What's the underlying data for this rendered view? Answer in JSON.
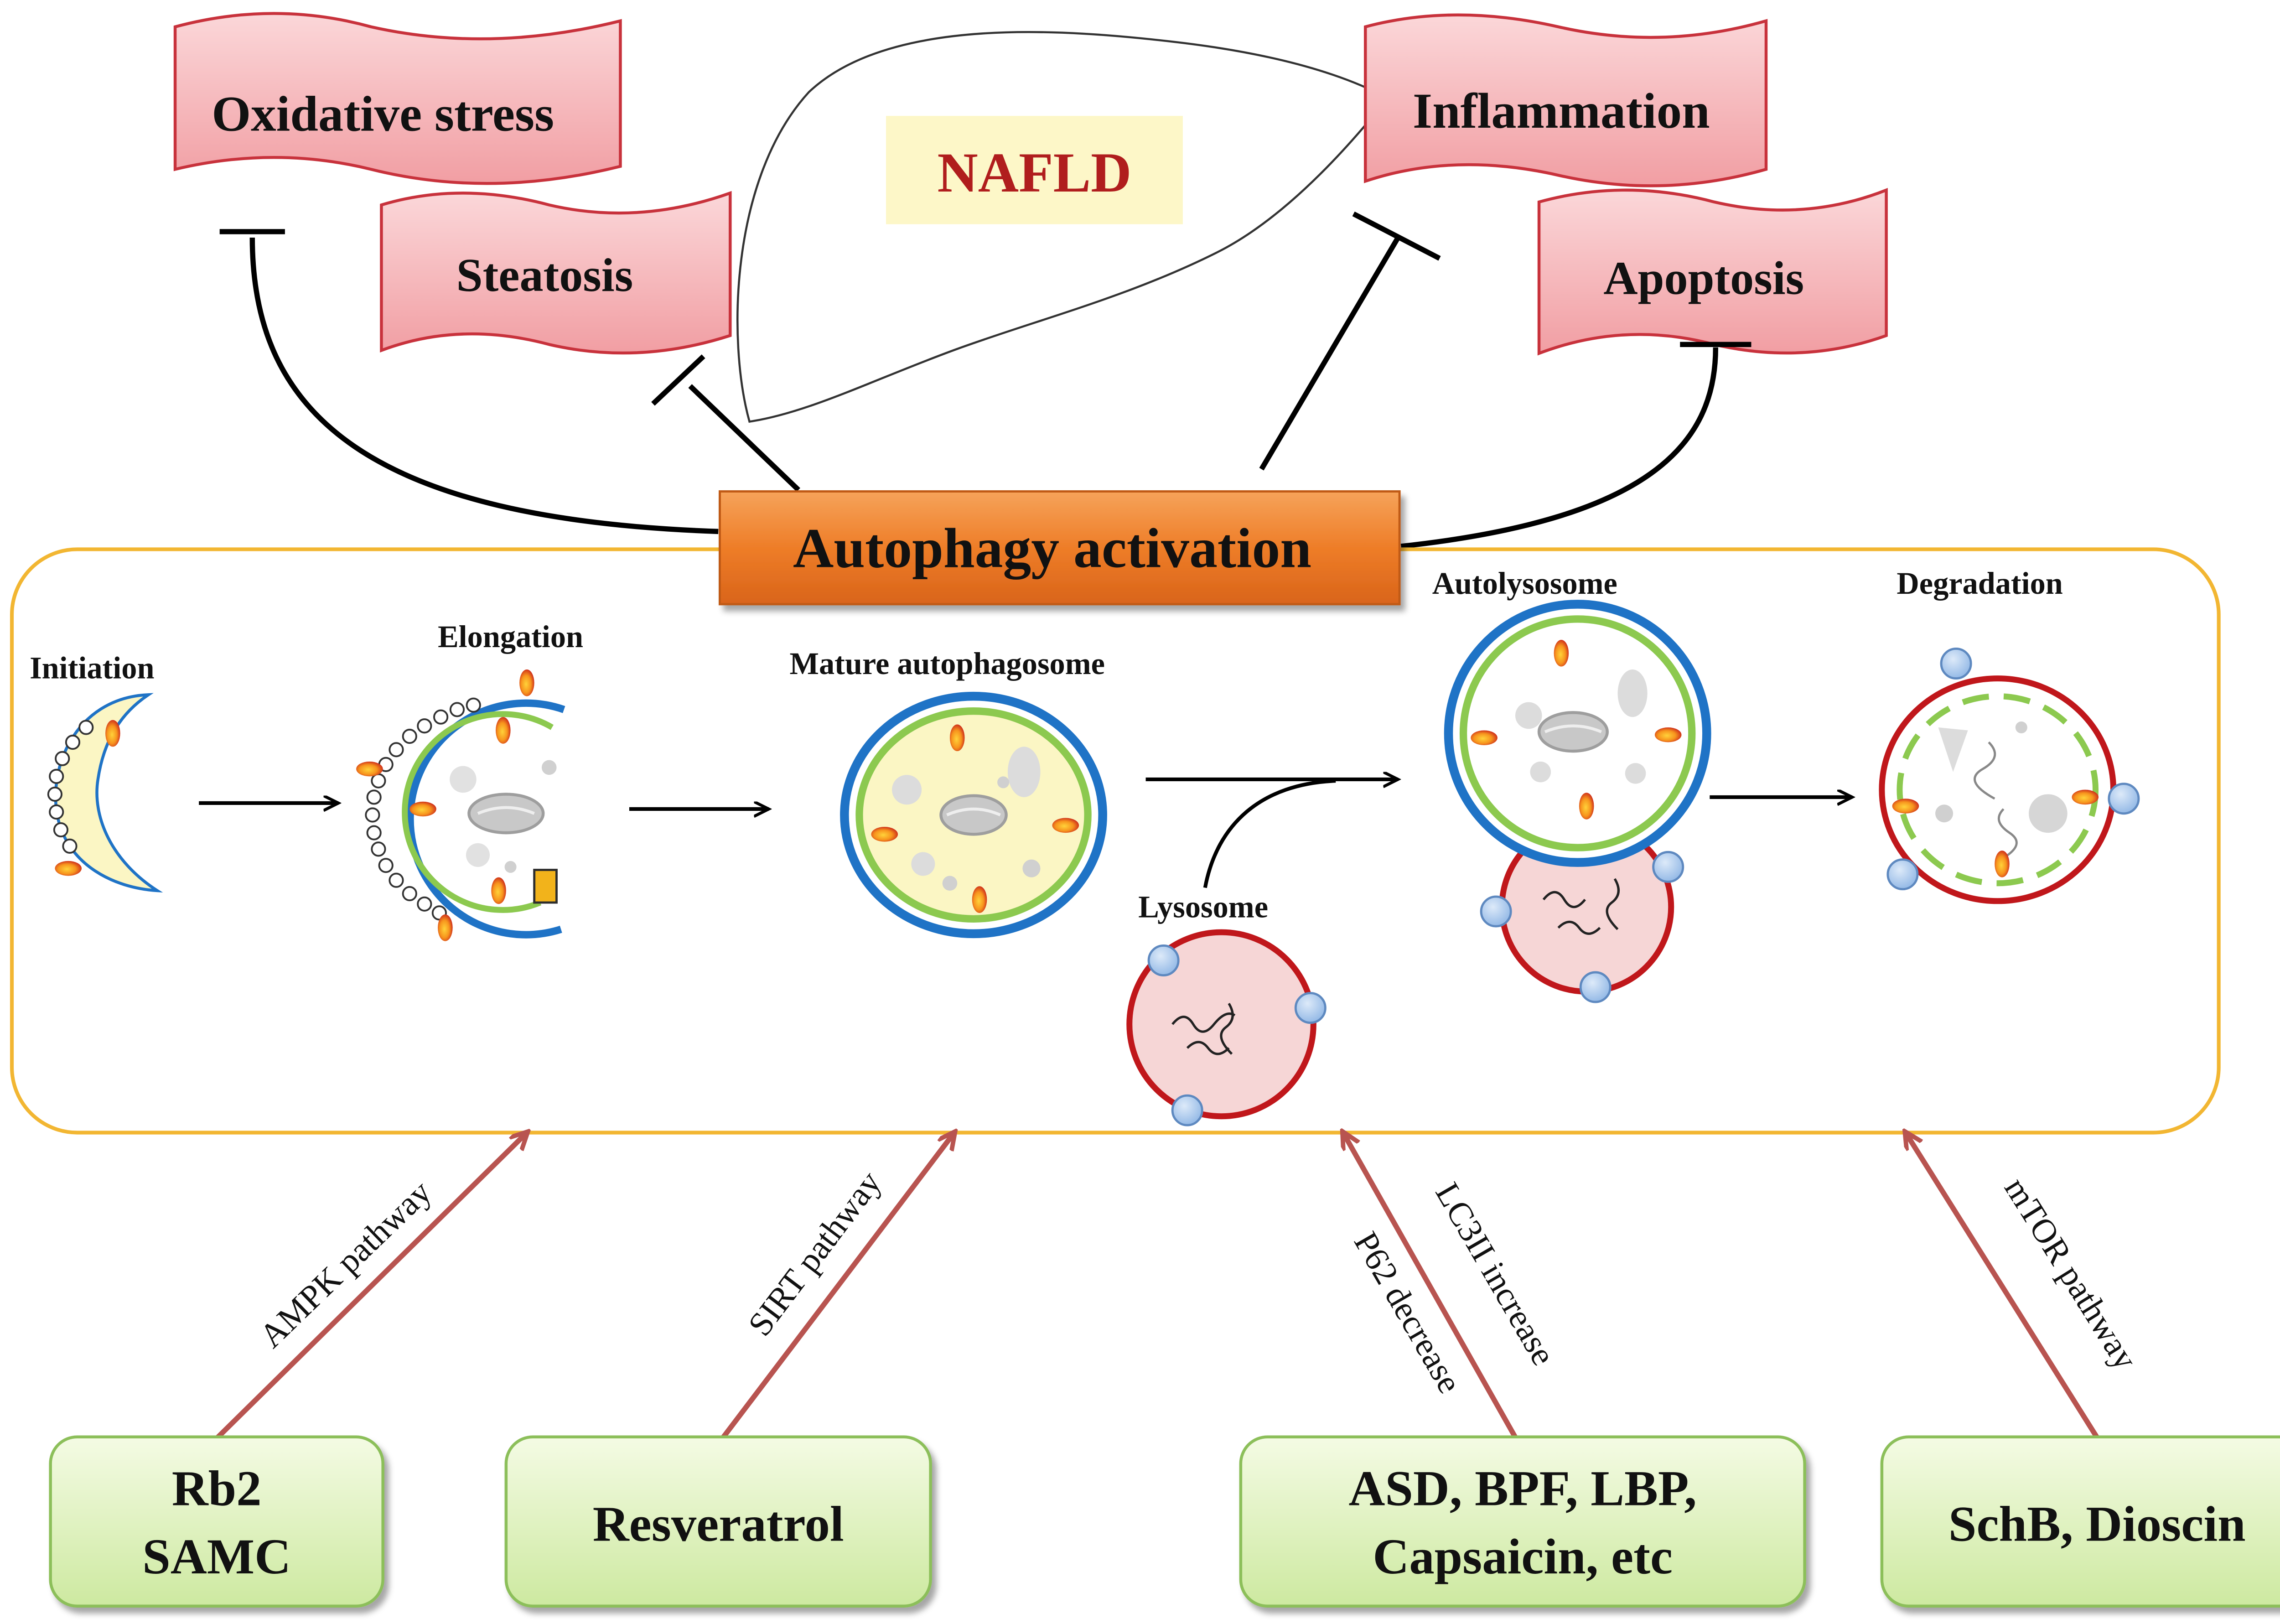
{
  "title": "NAFLD",
  "outcomes": {
    "oxidative_stress": "Oxidative stress",
    "steatosis": "Steatosis",
    "inflammation": "Inflammation",
    "apoptosis": "Apoptosis"
  },
  "autophagy_label": "Autophagy activation",
  "stages": {
    "initiation": "Initiation",
    "elongation": "Elongation",
    "mature": "Mature autophagosome",
    "lysosome": "Lysosome",
    "autolysosome": "Autolysosome",
    "degradation": "Degradation"
  },
  "pathways": {
    "ampk": "AMPK pathway",
    "sirt": "SIRT pathway",
    "lc3": "LC3II increase",
    "p62": "P62 decrease",
    "mtor": "mTOR pathway"
  },
  "compounds": {
    "box1_line1": "Rb2",
    "box1_line2": "SAMC",
    "box2": "Resveratrol",
    "box3_line1": "ASD, BPF, LBP,",
    "box3_line2": "Capsaicin, etc",
    "box4": "SchB, Dioscin"
  },
  "colors": {
    "scroll_fill": "#f4b9bd",
    "scroll_stroke": "#c8323c",
    "title_text": "#b01d1d",
    "title_bg": "#fdf7c8",
    "autophagy_fill": "#ef7f2a",
    "panel_border": "#f2b632",
    "arrow_red": "#b85450",
    "green_box": "#def2b4",
    "green_stroke": "#8cbf5a",
    "membrane_blue": "#1f73c6",
    "membrane_green": "#8cc94f",
    "lysosome_red": "#c0171b",
    "lysosome_fill": "#f6d6d6",
    "vesicle_blue": "#a9c8ee",
    "cargo_orange": "#f7941d"
  }
}
